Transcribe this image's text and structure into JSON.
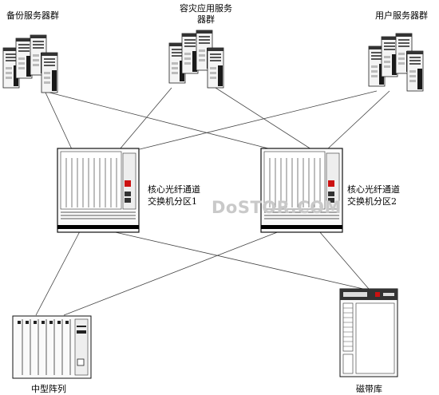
{
  "labels": {
    "backup_servers": "备份服务器群",
    "dr_servers_line1": "容灾应用服务",
    "dr_servers_line2": "器群",
    "user_servers": "用户服务器群",
    "switch1_line1": "核心光纤通道",
    "switch1_line2": "交换机分区1",
    "switch2_line1": "核心光纤通道",
    "switch2_line2": "交换机分区2",
    "midrange_array": "中型阵列",
    "tape_library": "磁带库"
  },
  "watermark": "DoSTOR.COM",
  "colors": {
    "line": "#444444",
    "red_indicator": "#cc1111",
    "watermark": "#c9c9c9"
  }
}
